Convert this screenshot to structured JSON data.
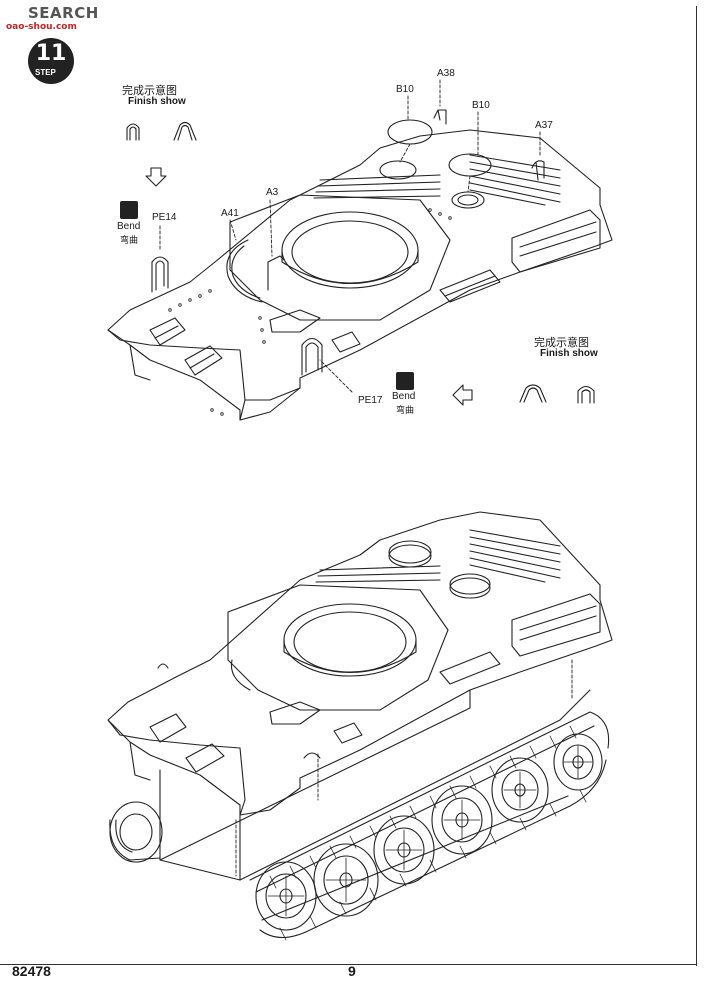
{
  "watermark": {
    "site": "SEARCH",
    "url": "oao-shou.com"
  },
  "step": {
    "number": "11",
    "label": "STEP"
  },
  "finish_show_top": {
    "cn": "完成示意图",
    "en": "Finish show"
  },
  "finish_show_right": {
    "cn": "完成示意图",
    "en": "Finish show"
  },
  "bend_left": {
    "en": "Bend",
    "cn": "弯曲"
  },
  "bend_right": {
    "en": "Bend",
    "cn": "弯曲"
  },
  "parts": {
    "b10_a": "B10",
    "a38": "A38",
    "b10_b": "B10",
    "a37": "A37",
    "pe14": "PE14",
    "a41": "A41",
    "a3": "A3",
    "pe17": "PE17"
  },
  "footer": {
    "code": "82478",
    "page": "9"
  }
}
